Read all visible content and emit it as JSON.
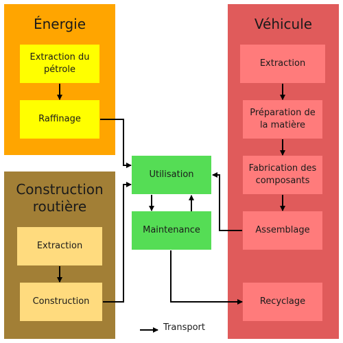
{
  "colors": {
    "energie_bg": "#ffa500",
    "energie_box": "#ffff00",
    "construction_bg": "#a27f36",
    "construction_box": "#ffdb7e",
    "vehicule_bg": "#e05b5b",
    "vehicule_box": "#ff7b7b",
    "use_box": "#55dd55",
    "arrow": "#000000"
  },
  "groups": {
    "energie": {
      "title": "Énergie",
      "boxes": {
        "extraction": "Extraction du pétrole",
        "raffinage": "Raffinage"
      }
    },
    "construction": {
      "title": "Construction routière",
      "boxes": {
        "extraction": "Extraction",
        "construction": "Construction"
      }
    },
    "vehicule": {
      "title": "Véhicule",
      "boxes": {
        "extraction": "Extraction",
        "preparation": "Préparation de la matière",
        "fabrication": "Fabrication des composants",
        "assemblage": "Assemblage",
        "recyclage": "Recyclage"
      }
    }
  },
  "center": {
    "utilisation": "Utilisation",
    "maintenance": "Maintenance"
  },
  "legend": {
    "label": "Transport"
  }
}
